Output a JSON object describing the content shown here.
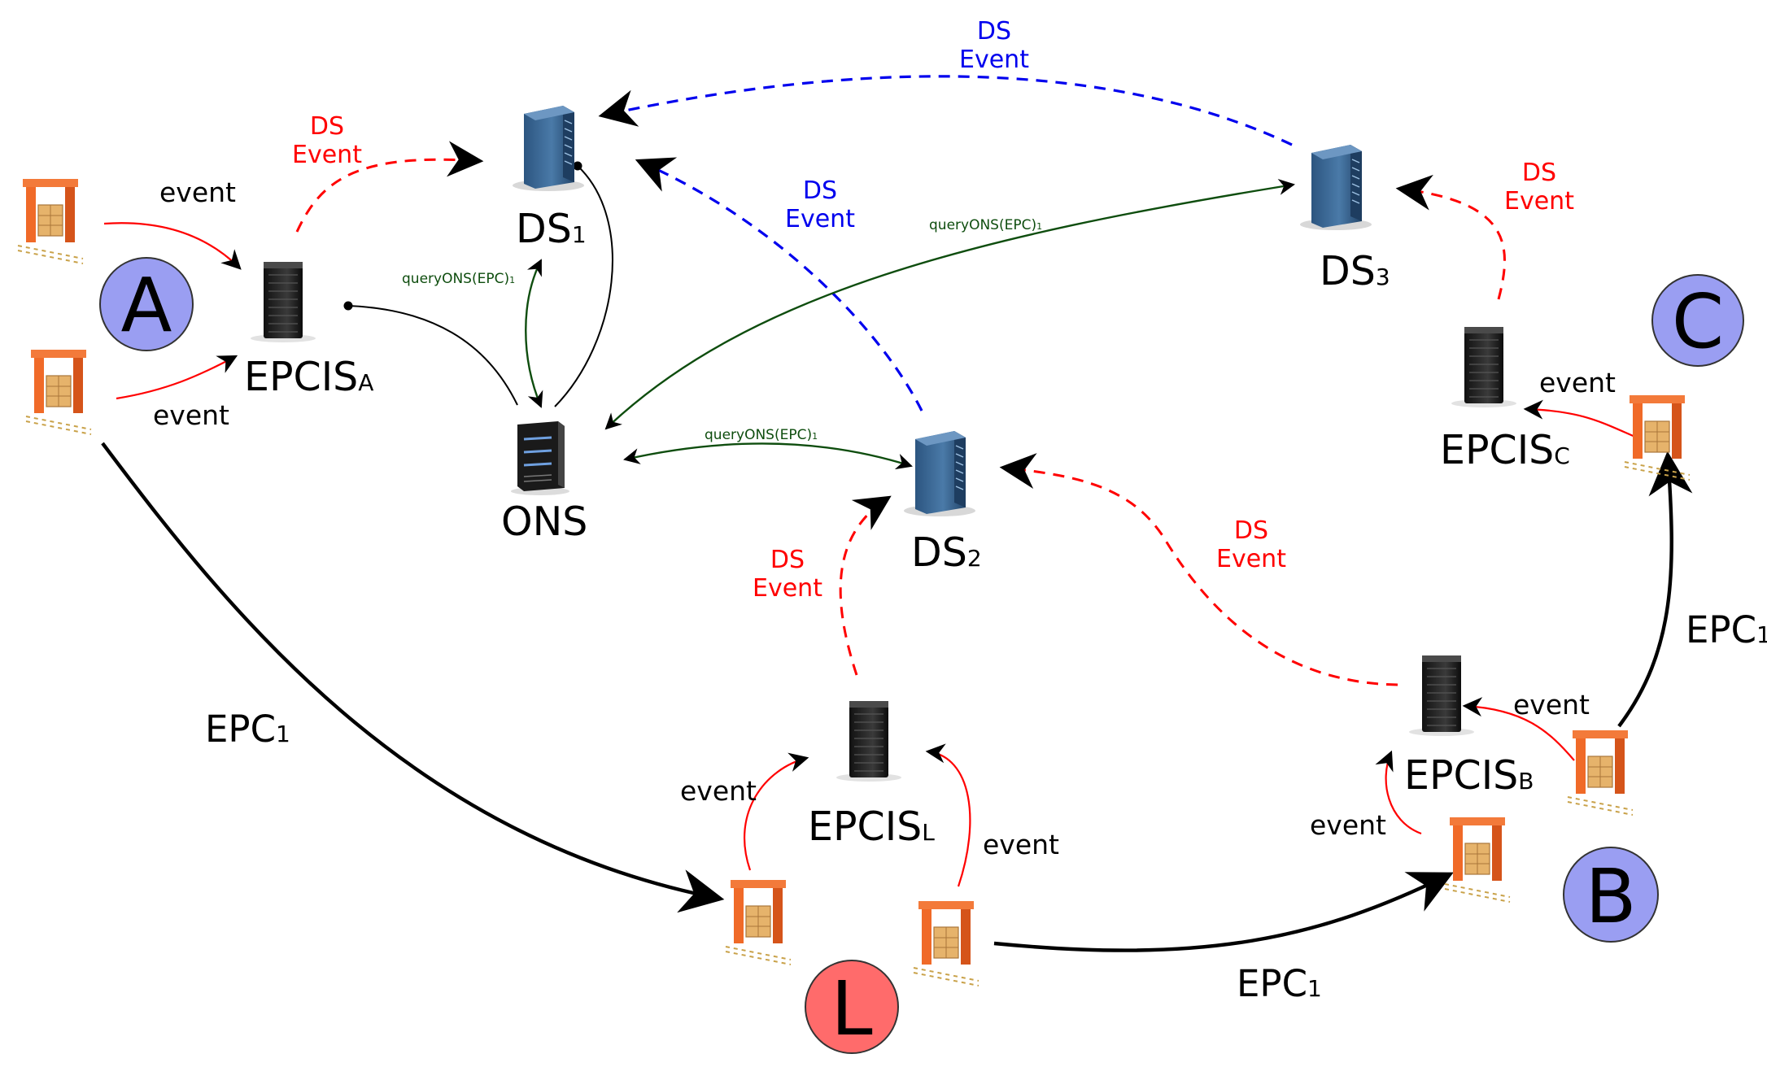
{
  "colors": {
    "red": "#ff0000",
    "blue": "#0000ee",
    "green": "#0e4d0e",
    "black": "#000000",
    "circle_purple": "#9a9ef2",
    "circle_red": "#ff6b6b",
    "server_blue": "#3d6a94",
    "server_black": "#1c1c1c",
    "portal_orange": "#f06a28"
  },
  "icons": {
    "ds_server": "blue-database-server-icon",
    "epcis_server": "black-tower-server-icon",
    "ons_server": "ons-rack-server-icon",
    "portal": "rfid-reader-portal-with-pallet-icon"
  },
  "nodes": {
    "ds1": {
      "main": "DS",
      "sub": "1"
    },
    "ds2": {
      "main": "DS",
      "sub": "2"
    },
    "ds3": {
      "main": "DS",
      "sub": "3"
    },
    "ons": {
      "main": "ONS",
      "sub": ""
    },
    "epcis_a": {
      "main": "EPCIS",
      "sub": "A"
    },
    "epcis_b": {
      "main": "EPCIS",
      "sub": "B"
    },
    "epcis_c": {
      "main": "EPCIS",
      "sub": "C"
    },
    "epcis_l": {
      "main": "EPCIS",
      "sub": "L"
    }
  },
  "locations": {
    "a": "A",
    "b": "B",
    "c": "C",
    "l": "L"
  },
  "edges": {
    "event_label": "event",
    "ds_event_line1": "DS",
    "ds_event_line2": "Event",
    "query_main": "queryONS(EPC)",
    "query_sub": "1",
    "epc_main": "EPC",
    "epc_sub": "1"
  }
}
